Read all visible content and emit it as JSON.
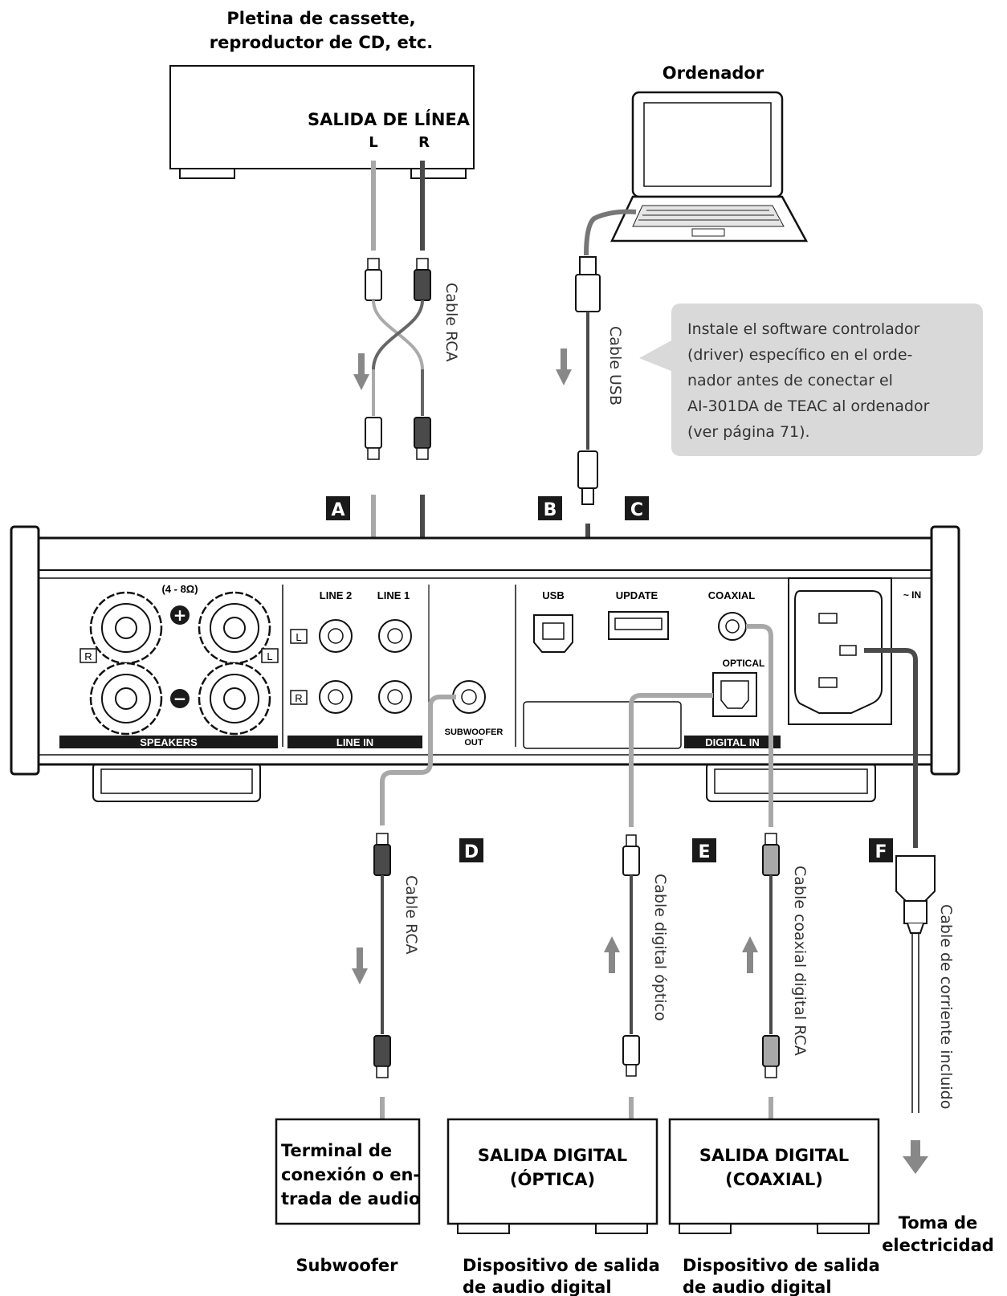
{
  "sources": {
    "cassette_title_line1": "Pletina de cassette,",
    "cassette_title_line2": "reproductor de CD, etc.",
    "line_out_label": "SALIDA DE LÍNEA",
    "left_label": "L",
    "right_label": "R",
    "computer_label": "Ordenador"
  },
  "note": {
    "lines": [
      "Instale el software controlador",
      "(driver) específico en el orde-",
      "nador antes de conectar el",
      "AI-301DA de TEAC al ordenador",
      "(ver página 71)."
    ]
  },
  "cables": {
    "rca_top": "Cable RCA",
    "usb": "Cable USB",
    "rca_sub": "Cable RCA",
    "optical": "Cable digital óptico",
    "coaxial": "Cable coaxial digital RCA",
    "power": "Cable de corriente incluido"
  },
  "markers": {
    "a": "A",
    "b": "B",
    "c": "C",
    "d": "D",
    "e": "E",
    "f": "F"
  },
  "panel": {
    "impedance": "(4 - 8Ω)",
    "plus": "+",
    "minus": "−",
    "r": "R",
    "l": "L",
    "speakers": "SPEAKERS",
    "line2": "LINE 2",
    "line1": "LINE 1",
    "line_in": "LINE IN",
    "sub_out_1": "SUBWOOFER",
    "sub_out_2": "OUT",
    "usb": "USB",
    "update": "UPDATE",
    "coaxial": "COAXIAL",
    "optical": "OPTICAL",
    "digital_in": "DIGITAL IN",
    "ac_in": "~ IN"
  },
  "devices": {
    "sub_box_lines": [
      "Terminal de",
      "conexión o en-",
      "trada de audio"
    ],
    "sub_caption": "Subwoofer",
    "opt_box_lines": [
      "SALIDA DIGITAL",
      "(ÓPTICA)"
    ],
    "opt_caption_lines": [
      "Dispositivo de salida",
      "de audio digital"
    ],
    "coax_box_lines": [
      "SALIDA DIGITAL",
      "(COAXIAL)"
    ],
    "coax_caption_lines": [
      "Dispositivo de salida",
      "de audio digital"
    ],
    "outlet_lines": [
      "Toma de",
      "electricidad"
    ]
  },
  "colors": {
    "cable_light": "#a8a8a8",
    "cable_dark": "#4a4a4a",
    "note_bg": "#d9d9d9",
    "marker_bg": "#1a1a1a"
  }
}
